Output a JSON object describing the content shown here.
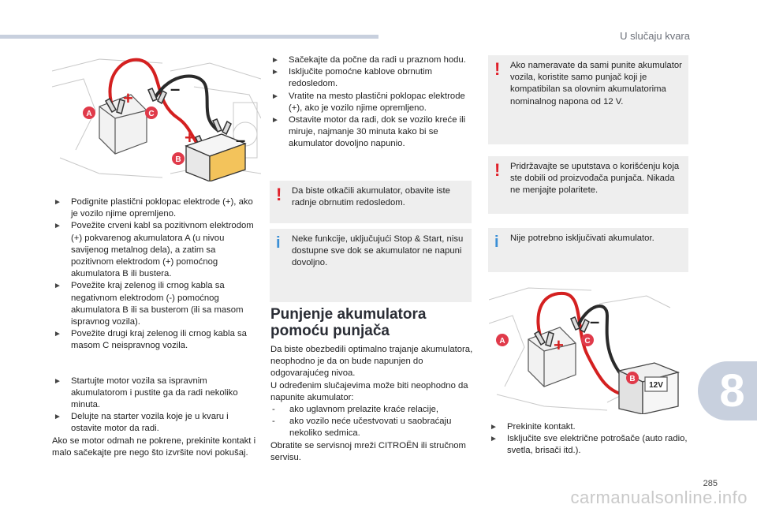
{
  "header": {
    "section_title": "U slučaju kvara"
  },
  "chapter": {
    "number": "8"
  },
  "page": {
    "number": "285"
  },
  "watermark": "carmanualsonline.info",
  "figure_labels": {
    "A": "A",
    "B": "B",
    "C": "C",
    "plus": "+",
    "minus": "–",
    "voltage": "12V"
  },
  "col1": {
    "steps_a": [
      "Podignite plastični poklopac elektrode (+), ako je vozilo njime opremljeno.",
      "Povežite crveni kabl sa pozitivnom elektrodom (+) pokvarenog akumulatora A (u nivou savijenog metalnog dela), a zatim sa pozitivnom elektrodom (+) pomoćnog akumulatora B ili bustera.",
      "Povežite kraj zelenog ili crnog kabla sa negativnom elektrodom (-) pomoćnog akumulatora B ili sa busterom (ili sa masom ispravnog vozila).",
      "Povežite drugi kraj zelenog ili crnog kabla sa masom C neispravnog vozila."
    ],
    "steps_b": [
      "Startujte motor vozila sa ispravnim akumulatorom i pustite ga da radi nekoliko minuta.",
      "Delujte na starter vozila koje je u kvaru i ostavite motor da radi."
    ],
    "closing": "Ako se motor odmah ne pokrene, prekinite kontakt i malo sačekajte pre nego što izvršite novi pokušaj."
  },
  "col2": {
    "steps": [
      "Sačekajte da počne da radi u praznom hodu.",
      "Isključite pomoćne kablove obrnutim redosledom.",
      "Vratite na mesto plastični poklopac elektrode (+), ako je vozilo njime opremljeno.",
      "Ostavite motor da radi, dok se vozilo kreće ili miruje, najmanje 30 minuta kako bi se akumulator dovoljno napunio."
    ],
    "warning": "Da biste otkačili akumulator, obavite iste radnje obrnutim redosledom.",
    "info": "Neke funkcije, uključujući Stop & Start, nisu dostupne sve dok se akumulator ne napuni dovoljno.",
    "heading_line1": "Punjenje akumulatora",
    "heading_line2": "pomoću punjača",
    "body_intro": "Da biste obezbedili optimalno trajanje akumulatora, neophodno je da on bude napunjen do odgovarajućeg nivoa.",
    "body_line2": "U određenim slučajevima može biti neophodno da napunite akumulator:",
    "dash_items": [
      "ako uglavnom prelazite kraće relacije,",
      "ako vozilo neće učestvovati u saobraćaju nekoliko sedmica."
    ],
    "body_closing": "Obratite se servisnoj mreži CITROËN ili stručnom servisu."
  },
  "col3": {
    "warning1": "Ako nameravate da sami punite akumulator vozila, koristite samo punjač koji je kompatibilan sa olovnim akumulatorima nominalnog napona od 12 V.",
    "warning2": "Pridržavajte se uputstava o korišćenju koja ste dobili od proizvođača punjača. Nikada ne menjajte polaritete.",
    "info": "Nije potrebno isključivati akumulator.",
    "steps": [
      "Prekinite kontakt.",
      "Isključite sve električne potrošače (auto radio, svetla, brisači itd.)."
    ]
  },
  "colors": {
    "accent": "#c8d0de",
    "warning": "#e0202a",
    "info": "#3b8fd6",
    "note_bg": "#eeeeee",
    "cable_red": "#d42020"
  },
  "icons": {
    "bullet": "triangle-bullet-icon",
    "warning": "exclamation-icon",
    "info": "info-icon"
  }
}
